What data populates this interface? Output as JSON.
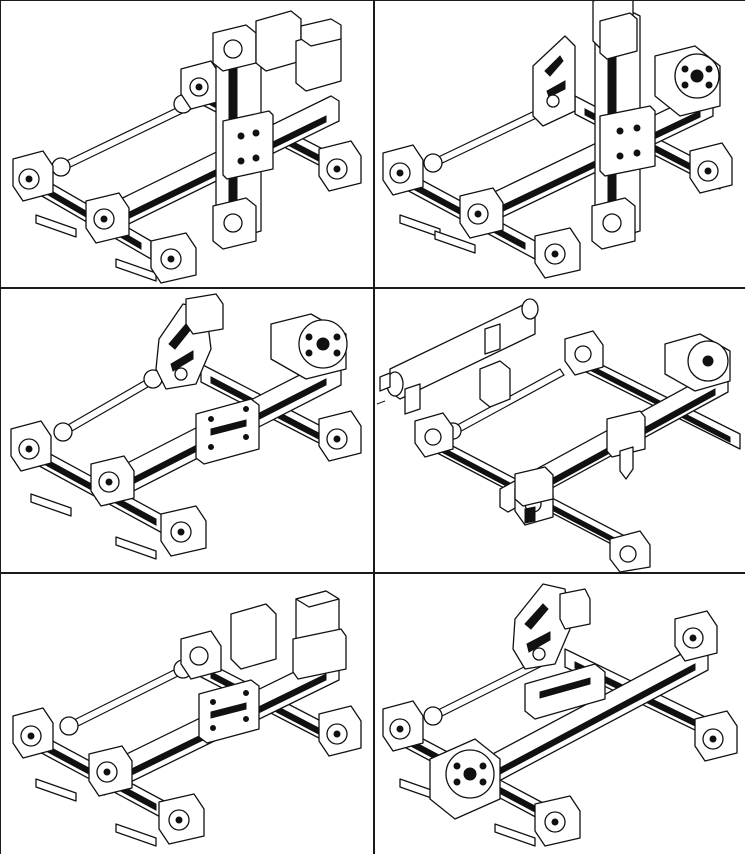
{
  "figure": {
    "layout": "3x2 grid",
    "panels": [
      {
        "variant": "gantry-with-vertical-z-axis"
      },
      {
        "variant": "gantry-with-vertical-z-axis-and-rotary-head"
      },
      {
        "variant": "gantry-with-rotary-head"
      },
      {
        "variant": "gantry-with-laser-tube"
      },
      {
        "variant": "gantry-with-upright-motor"
      },
      {
        "variant": "gantry-with-rotary-heads-both-sides"
      }
    ]
  },
  "colors": {
    "line": "#111111",
    "background": "#ffffff",
    "frame": "#1a1a1a"
  }
}
